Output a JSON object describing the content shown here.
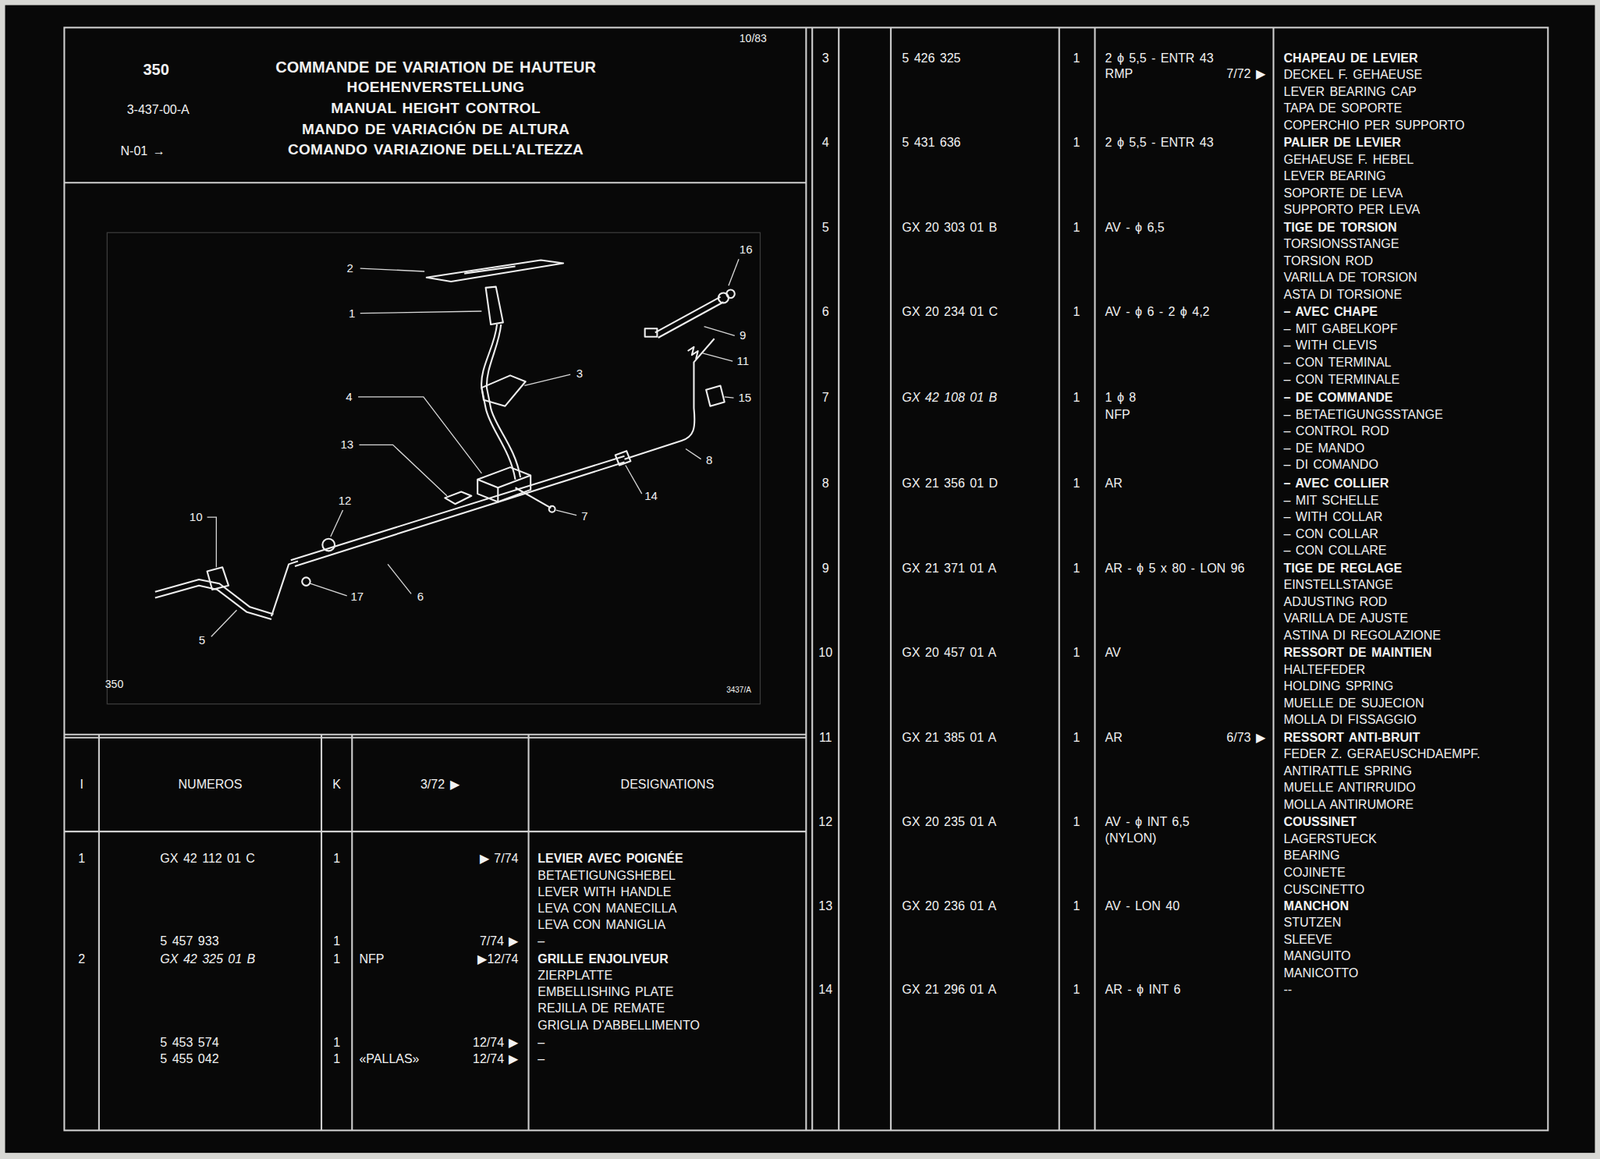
{
  "diagram": {
    "title": "COMMANDE DE VARIATION DE HAUTEUR",
    "labels": [
      "10/83",
      "350",
      "3-437-00-A",
      "N-01 →",
      "HOEHENVERSTELLUNG",
      "MANUAL HEIGHT CONTROL",
      "MANDO DE VARIACIÓN DE ALTURA",
      "COMANDO VARIAZIONE DELL'ALTEZZA",
      "2",
      "1",
      "16",
      "9",
      "11",
      "3",
      "15",
      "4",
      "13",
      "8",
      "14",
      "12",
      "10",
      "7",
      "6",
      "17",
      "5",
      "350",
      "3437/A",
      "I",
      "NUMEROS",
      "K",
      "3/72 ▶",
      "DESIGNATIONS",
      "1",
      "GX 42 112 01 C",
      "1",
      "▶ 7/74",
      "LEVIER AVEC POIGNÉE",
      "BETAETIGUNGSHEBEL",
      "LEVER WITH HANDLE",
      "LEVA CON MANECILLA",
      "LEVA CON MANIGLIA",
      "5 457 933",
      "1",
      "7/74 ▶",
      "–",
      "2",
      "GX 42 325 01 B",
      "1",
      "NFP",
      "▶12/74",
      "GRILLE ENJOLIVEUR",
      "ZIERPLATTE",
      "EMBELLISHING PLATE",
      "REJILLA DE REMATE",
      "GRIGLIA D'ABBELLIMENTO",
      "5 453 574",
      "1",
      "12/74 ▶",
      "–",
      "5 455 042",
      "1",
      "«PALLAS»",
      "12/74 ▶",
      "–",
      "3",
      "5 426 325",
      "1",
      "2 ϕ 5,5 - ENTR 43",
      "RMP",
      "7/72 ▶",
      "CHAPEAU DE LEVIER",
      "DECKEL F. GEHAEUSE",
      "LEVER BEARING CAP",
      "TAPA DE SOPORTE",
      "COPERCHIO PER SUPPORTO",
      "4",
      "5 431 636",
      "1",
      "2 ϕ 5,5 - ENTR 43",
      "PALIER DE LEVIER",
      "GEHAEUSE F. HEBEL",
      "LEVER BEARING",
      "SOPORTE DE LEVA",
      "SUPPORTO PER LEVA",
      "5",
      "GX 20 303 01 B",
      "1",
      "AV - ϕ 6,5",
      "TIGE DE TORSION",
      "TORSIONSSTANGE",
      "TORSION ROD",
      "VARILLA DE TORSION",
      "ASTA DI TORSIONE",
      "6",
      "GX 20 234 01 C",
      "1",
      "AV - ϕ 6 - 2 ϕ 4,2",
      "– AVEC CHAPE",
      "– MIT GABELKOPF",
      "– WITH CLEVIS",
      "– CON TERMINAL",
      "– CON TERMINALE",
      "7",
      "GX 42 108 01 B",
      "1",
      "1 ϕ 8",
      "NFP",
      "– DE COMMANDE",
      "– BETAETIGUNGSSTANGE",
      "– CONTROL ROD",
      "– DE MANDO",
      "– DI COMANDO",
      "8",
      "GX 21 356 01 D",
      "1",
      "AR",
      "– AVEC COLLIER",
      "– MIT SCHELLE",
      "– WITH COLLAR",
      "– CON COLLAR",
      "– CON COLLARE",
      "9",
      "GX 21 371 01 A",
      "1",
      "AR - ϕ 5 x 80 - LON 96",
      "TIGE DE REGLAGE",
      "EINSTELLSTANGE",
      "ADJUSTING ROD",
      "VARILLA DE AJUSTE",
      "ASTINA DI REGOLAZIONE",
      "10",
      "GX 20 457 01 A",
      "1",
      "AV",
      "RESSORT DE MAINTIEN",
      "HALTEFEDER",
      "HOLDING SPRING",
      "MUELLE DE SUJECION",
      "MOLLA DI FISSAGGIO",
      "11",
      "GX 21 385 01 A",
      "1",
      "AR",
      "6/73 ▶",
      "RESSORT ANTI-BRUIT",
      "FEDER Z. GERAEUSCHDAEMPF.",
      "ANTIRATTLE SPRING",
      "MUELLE ANTIRRUIDO",
      "MOLLA ANTIRUMORE",
      "12",
      "GX 20 235 01 A",
      "1",
      "AV - ϕ INT 6,5",
      "(NYLON)",
      "COUSSINET",
      "LAGERSTUECK",
      "BEARING",
      "COJINETE",
      "CUSCINETTO",
      "13",
      "GX 20 236 01 A",
      "1",
      "AV - LON 40",
      "MANCHON",
      "STUTZEN",
      "SLEEVE",
      "MANGUITO",
      "MANICOTTO",
      "14",
      "GX 21 296 01 A",
      "1",
      "AR - ϕ INT 6",
      "--"
    ]
  }
}
